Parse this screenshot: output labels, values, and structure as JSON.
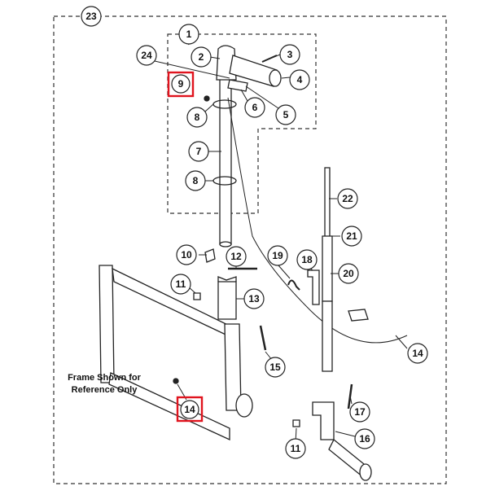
{
  "callouts": {
    "c23": "23",
    "c1": "1",
    "c2": "2",
    "c3": "3",
    "c4": "4",
    "c24": "24",
    "c9": "9",
    "c6": "6",
    "c5": "5",
    "c8a": "8",
    "c7": "7",
    "c8b": "8",
    "c22": "22",
    "c21": "21",
    "c20": "20",
    "c18": "18",
    "c19": "19",
    "c10": "10",
    "c12": "12",
    "c11a": "11",
    "c13": "13",
    "c15": "15",
    "c14a": "14",
    "c14b": "14",
    "c17": "17",
    "c16": "16",
    "c11b": "11"
  },
  "note": {
    "line1": "Frame Shown for",
    "line2": "Reference Only"
  },
  "colors": {
    "highlight": "#e0141e",
    "ink": "#111111"
  }
}
